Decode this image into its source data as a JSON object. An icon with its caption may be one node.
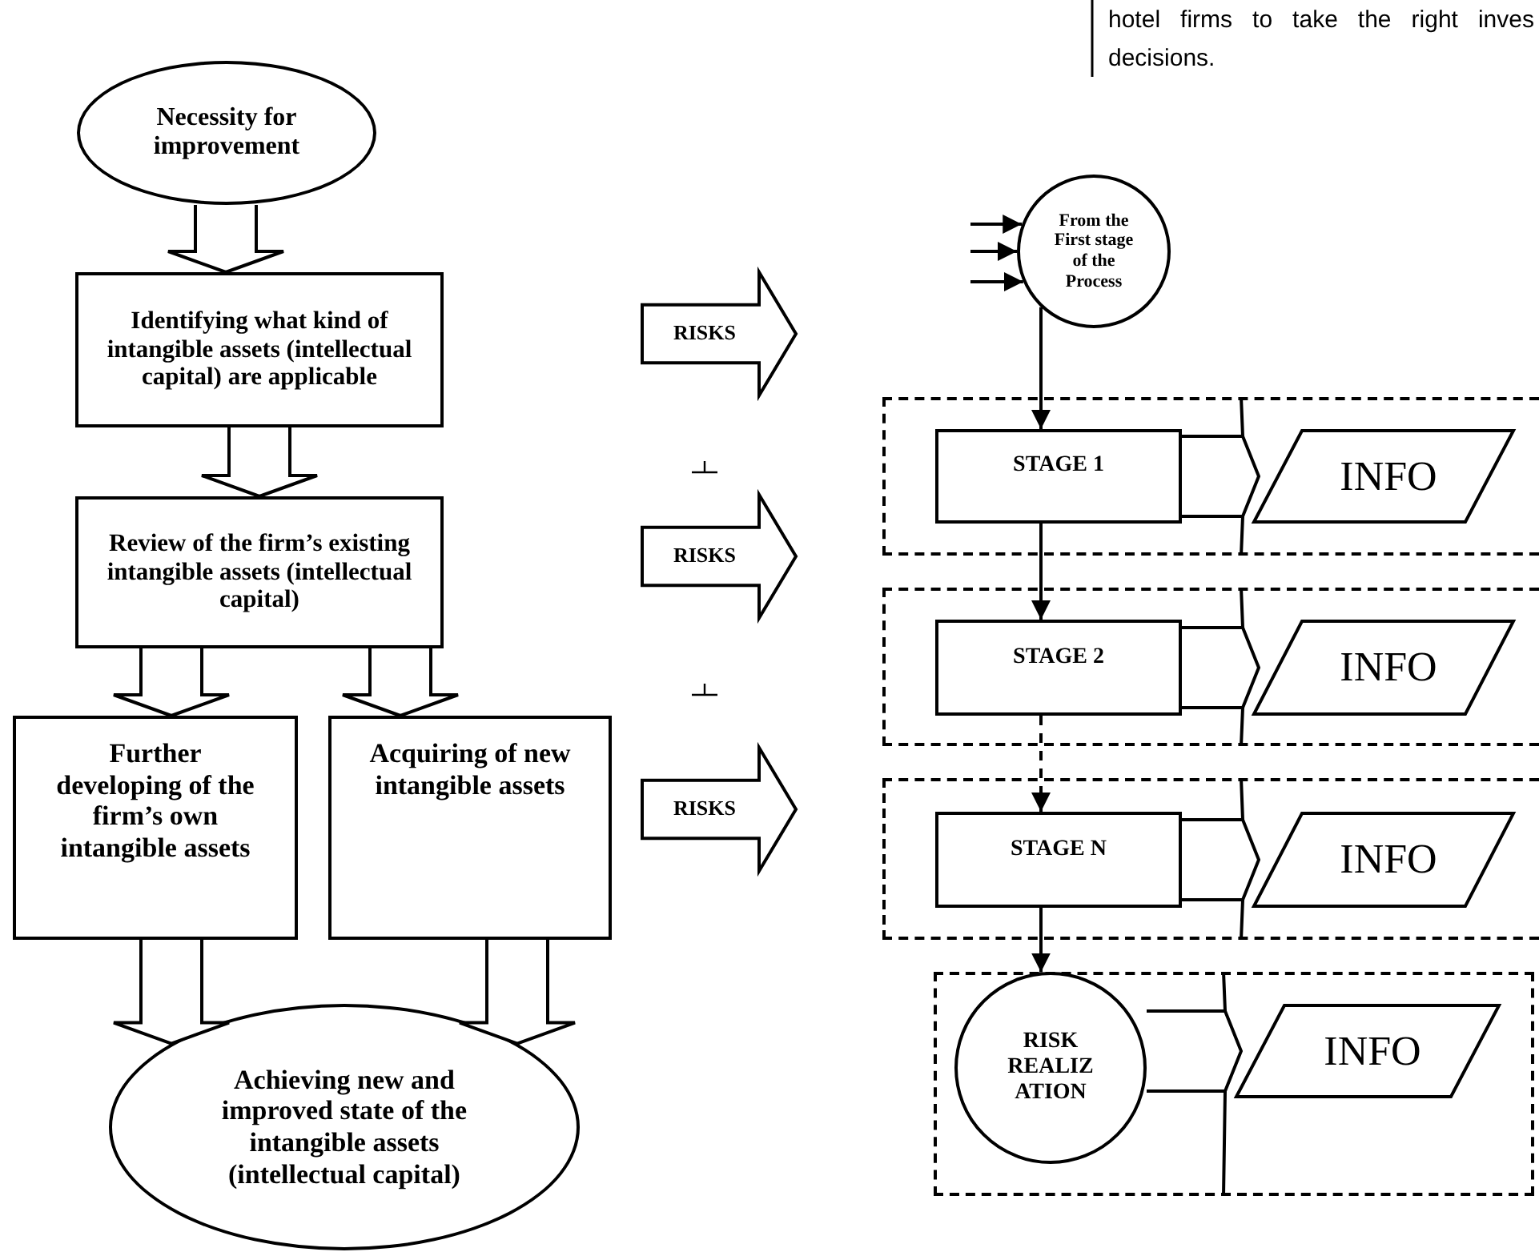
{
  "diagram": {
    "nodes": [
      {
        "text": [
          "Necessity for improvement"
        ]
      },
      {
        "text": [
          "Identifying what kind of intangible assets (intellectual capital) are applicable"
        ]
      },
      {
        "text": [
          "Review of the firm’s existing intangible assets (intellectual capital)"
        ]
      },
      {
        "text": [
          "Further developing of the firm’s own intangible assets"
        ]
      },
      {
        "text": [
          "Acquiring of new intangible assets"
        ]
      },
      {
        "text": [
          "Achieving new and improved state of the intangible assets (intellectual capital)"
        ]
      },
      {
        "text": [
          "RISKS"
        ]
      },
      {
        "text": [
          "RISKS"
        ]
      },
      {
        "text": [
          "RISKS"
        ]
      },
      {
        "text": [
          "From the First stage of the Process"
        ]
      },
      {
        "text": [],
        "shape": "box"
      },
      {
        "text": [
          "STAGE 1"
        ],
        "in": 10
      },
      {
        "text": [
          "INFO"
        ],
        "in": 10
      },
      {
        "text": [],
        "shape": "box"
      },
      {
        "text": [
          "STAGE 2"
        ],
        "in": 13
      },
      {
        "text": [
          "INFO"
        ],
        "in": 13
      },
      {
        "text": [],
        "shape": "box"
      },
      {
        "text": [
          "STAGE N"
        ],
        "in": 16
      },
      {
        "text": [
          "INFO"
        ],
        "in": 16
      },
      {
        "text": [],
        "shape": "box"
      },
      {
        "text": [
          "RISK REALIZ ATION"
        ],
        "in": 19
      },
      {
        "text": [
          "INFO"
        ],
        "in": 19
      }
    ],
    "edges": [
      {
        "from": 0,
        "to": 1,
        "arrow": "to"
      },
      {
        "from": 1,
        "to": 2,
        "arrow": "to"
      },
      {
        "from": 2,
        "to": 3,
        "arrow": "to"
      },
      {
        "from": 2,
        "to": 4,
        "arrow": "to"
      },
      {
        "from": 3,
        "to": 5,
        "arrow": "to"
      },
      {
        "from": 4,
        "to": 5,
        "arrow": "to"
      },
      {
        "from": null,
        "to": 9,
        "arrow": "to"
      },
      {
        "from": null,
        "to": 9,
        "arrow": "to"
      },
      {
        "from": null,
        "to": 9,
        "arrow": "to"
      },
      {
        "from": 9,
        "to": 11,
        "arrow": "to"
      },
      {
        "from": 11,
        "to": 14,
        "arrow": "to"
      },
      {
        "from": 14,
        "to": 17,
        "arrow": "to",
        "style": "dashed"
      },
      {
        "from": 17,
        "to": 20,
        "arrow": "to"
      },
      {
        "from": 11,
        "to": 12,
        "arrow": "to"
      },
      {
        "from": 14,
        "to": 15,
        "arrow": "to"
      },
      {
        "from": 17,
        "to": 18,
        "arrow": "to"
      },
      {
        "from": 20,
        "to": 21,
        "arrow": "to"
      }
    ],
    "labels": [
      "hotel firms to take the right inves decisions."
    ]
  }
}
